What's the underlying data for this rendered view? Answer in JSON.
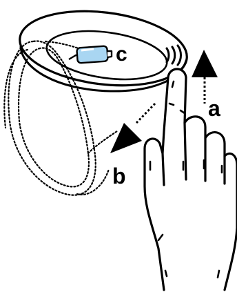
{
  "labels": {
    "lamp": "c",
    "arrow_up": "a",
    "arrow_down": "b"
  },
  "colors": {
    "line": "#000000",
    "bulb_fill": "#a9d6f2",
    "background": "#ffffff"
  },
  "icons": {
    "bulb": "bulb-icon",
    "hand": "hand-icon",
    "arrow_up": "arrow-up-icon",
    "arrow_down": "arrow-down-left-icon"
  }
}
